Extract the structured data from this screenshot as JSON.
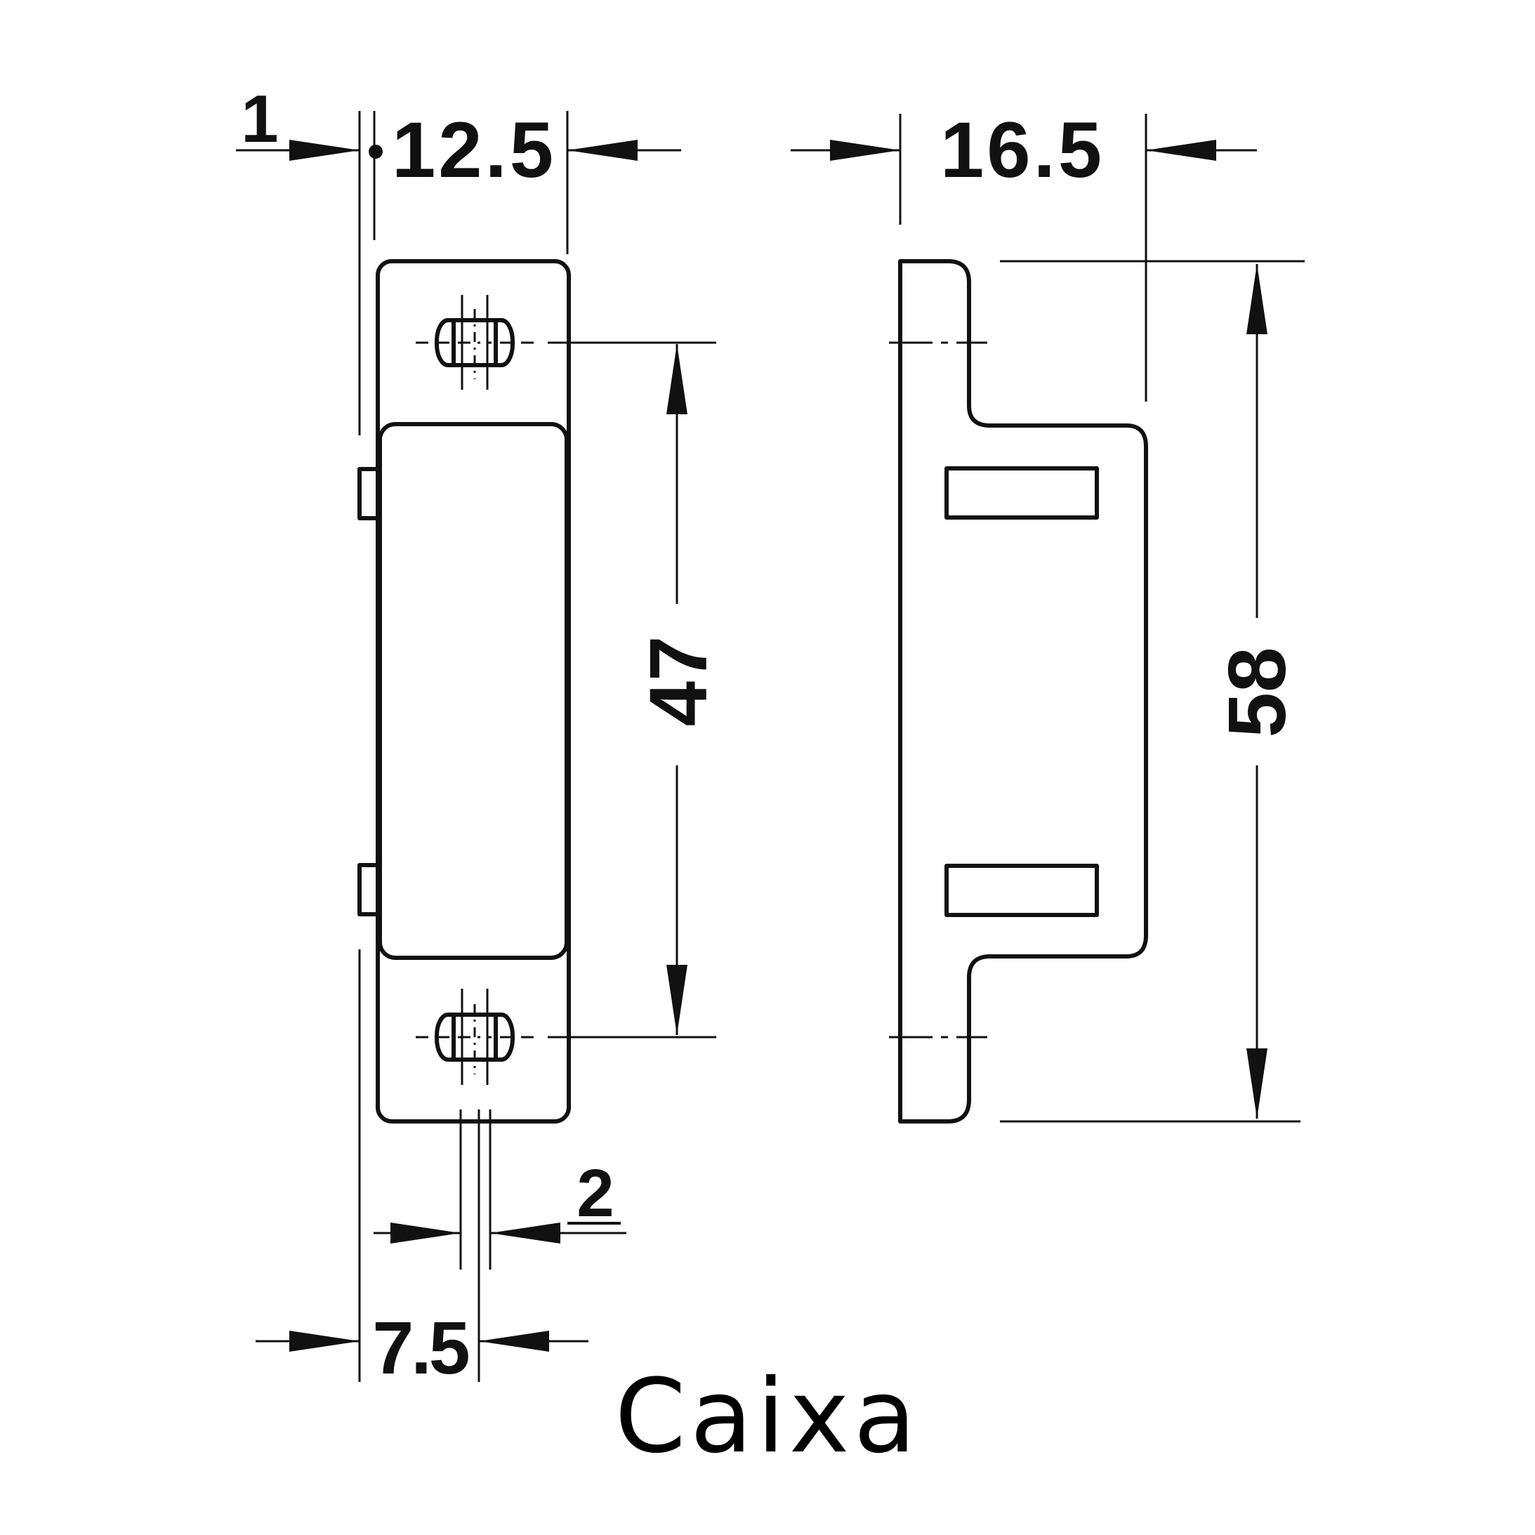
{
  "dimensions": {
    "d_1": "1",
    "d_12_5": "12.5",
    "d_16_5": "16.5",
    "d_47": "47",
    "d_58": "58",
    "d_2": "2",
    "d_7_5": "7.5"
  },
  "caption": "Caixa",
  "colors": {
    "stroke": "#111111",
    "background": "#ffffff"
  }
}
